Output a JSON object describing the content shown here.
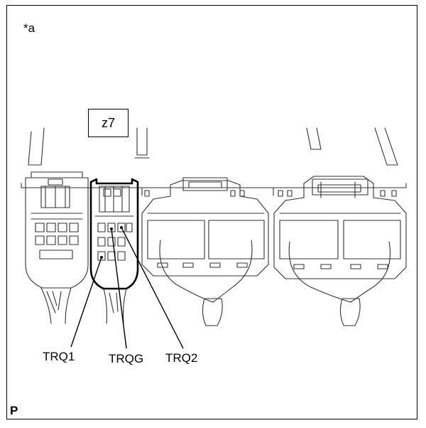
{
  "corner_label": "*a",
  "connector_code": "z7",
  "terminals": {
    "trq1": "TRQ1",
    "trqg": "TRQG",
    "trq2": "TRQ2"
  },
  "page_mark": "P"
}
